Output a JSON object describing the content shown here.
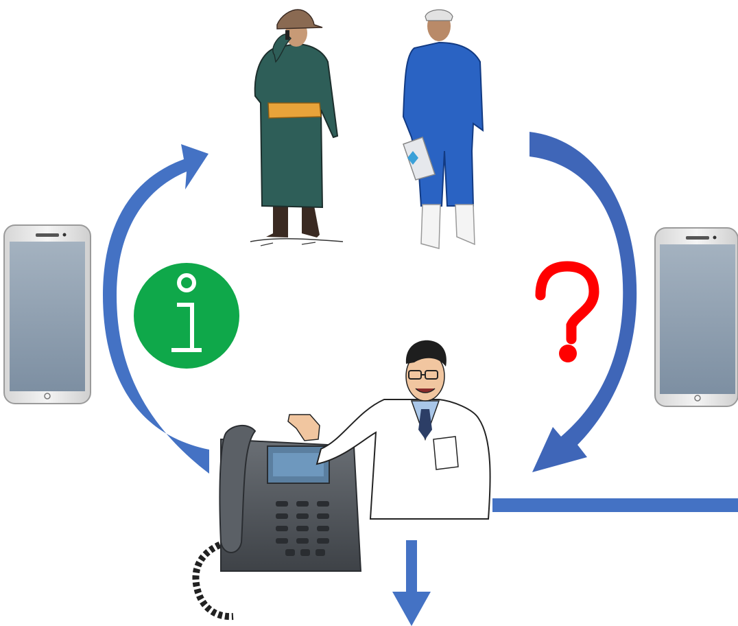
{
  "diagram": {
    "colors": {
      "arrow": "#4472C4",
      "arrow_dark": "#2F5597",
      "info_badge": "#0FA84A",
      "question_mark": "#FF0000",
      "phone_body": "#E4E4E4",
      "phone_screen": "#8C9DAE",
      "herder_robe": "#2E5E58",
      "herder_sash": "#E8A33A",
      "vet_coverall": "#2A63C3",
      "doctor_coat": "#FFFFFF",
      "desk_phone": "#555A60"
    },
    "nodes": [
      {
        "role": "herder",
        "icon": "herder-on-phone-icon"
      },
      {
        "role": "veterinarian",
        "icon": "vet-worker-icon"
      },
      {
        "role": "doctor",
        "icon": "doctor-icon"
      },
      {
        "role": "desk-phone",
        "icon": "desk-telephone-icon"
      },
      {
        "role": "mobile-left",
        "icon": "smartphone-icon"
      },
      {
        "role": "mobile-right",
        "icon": "smartphone-icon"
      }
    ],
    "badges": [
      {
        "icon": "info-icon",
        "glyph": "i"
      },
      {
        "icon": "question-icon",
        "glyph": "?"
      }
    ]
  }
}
